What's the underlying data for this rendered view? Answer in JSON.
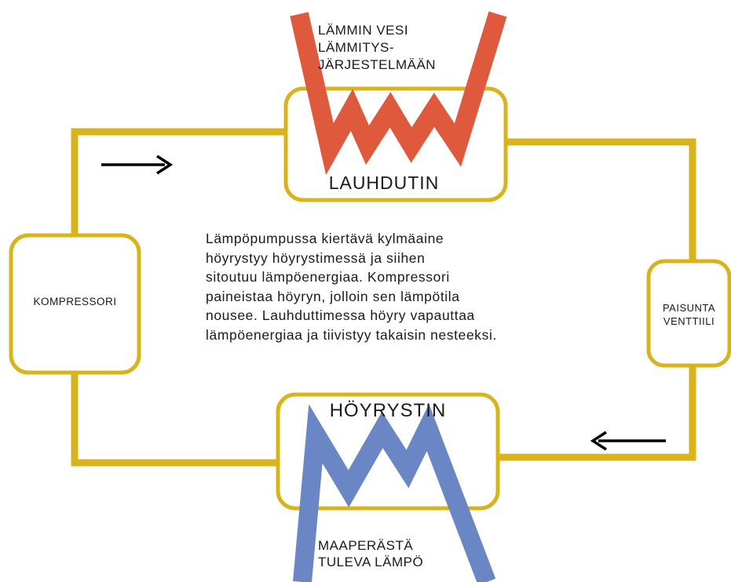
{
  "labels": {
    "hot_water": [
      "LÄMMIN VESI",
      "LÄMMITYS-",
      "JÄRJESTELMÄÄN"
    ],
    "condenser": "LAUHDUTIN",
    "compressor": "KOMPRESSORI",
    "expansion_valve": [
      "PAISUNTA",
      "VENTTIILI"
    ],
    "evaporator": "HÖYRYSTIN",
    "ground_heat": [
      "MAAPERÄSTÄ",
      "TULEVA LÄMPÖ"
    ]
  },
  "description": [
    "Lämpöpumpussa kiertävä kylmäaine",
    "höyrystyy höyrystimessä ja siihen",
    "sitoutuu lämpöenergiaa. Kompressori",
    "paineistaa höyryn, jolloin sen lämpötila",
    "nousee. Lauhduttimessa höyry vapauttaa",
    "lämpöenergiaa ja tiivistyy takaisin nesteeksi."
  ],
  "colors": {
    "circuit": "#d9b31c",
    "hot_coil": "#df5a3d",
    "cold_coil": "#6a86c4",
    "box_fill": "#ffffff",
    "arrow": "#000000"
  }
}
